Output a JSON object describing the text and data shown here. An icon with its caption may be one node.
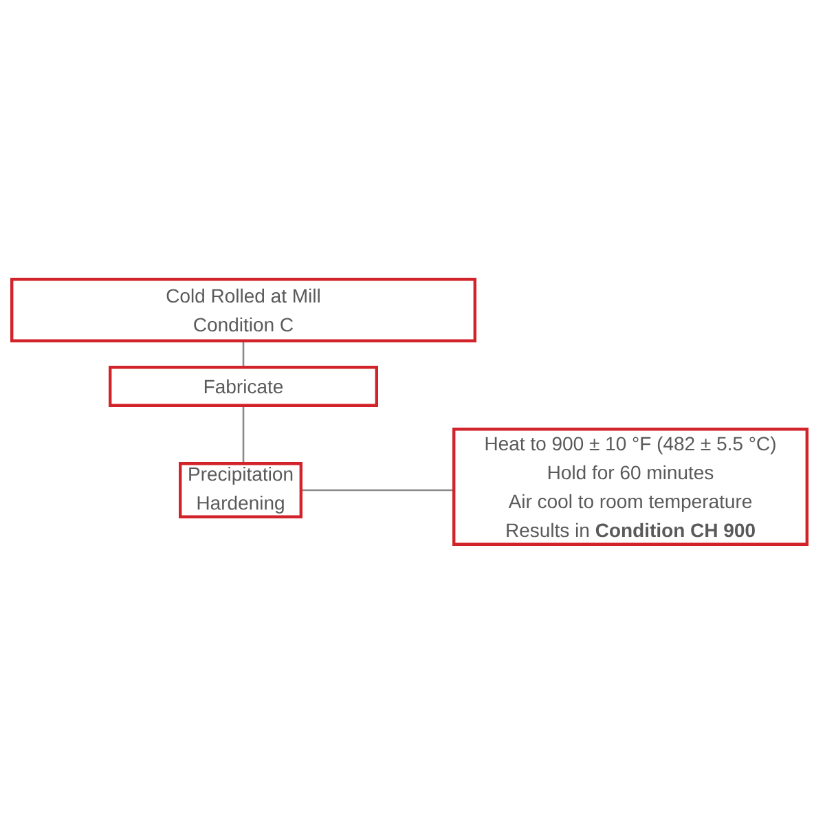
{
  "diagram": {
    "nodes": [
      {
        "text": [
          "Cold Rolled at Mill",
          "Condition C"
        ]
      },
      {
        "text": [
          "Fabricate"
        ]
      },
      {
        "text": [
          "Precipitation Hardening"
        ]
      },
      {
        "text": [
          "Heat to 900 ± 10 °F (482 ± 5.5 °C)",
          "Hold for 60 minutes",
          "Air cool to room temperature",
          "Results in **Condition CH 900**"
        ]
      }
    ],
    "edges": [
      {
        "from": 0,
        "to": 1,
        "arrow": "none"
      },
      {
        "from": 1,
        "to": 2,
        "arrow": "none"
      },
      {
        "from": 2,
        "to": 3,
        "arrow": "none"
      }
    ]
  }
}
